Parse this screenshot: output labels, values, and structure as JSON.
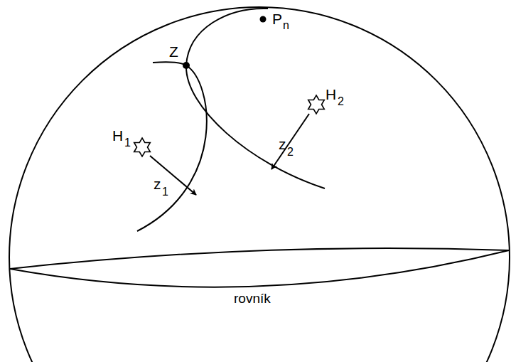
{
  "diagram": {
    "labels": [
      "Z",
      "P",
      "n",
      "H",
      "1",
      "z",
      "1",
      "H",
      "2",
      "z",
      "2",
      "rovník"
    ]
  }
}
